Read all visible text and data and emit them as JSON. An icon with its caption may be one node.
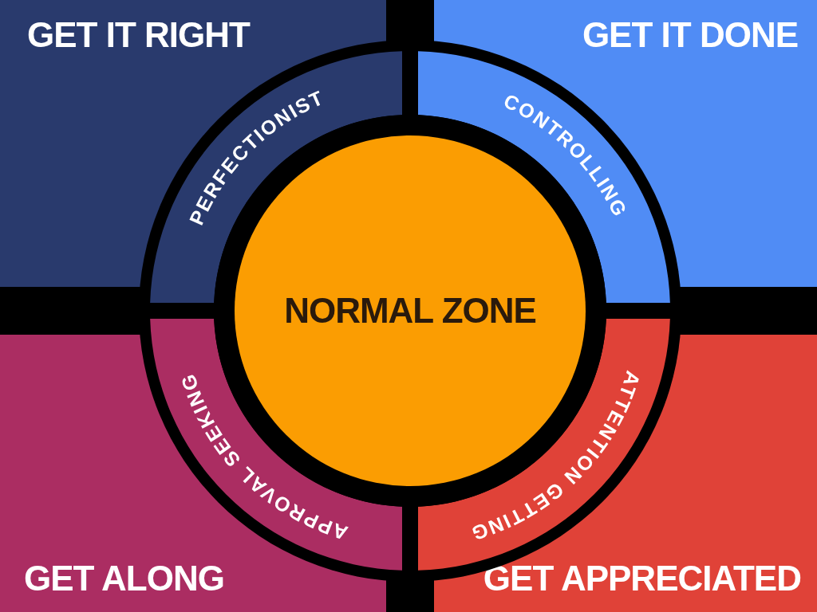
{
  "diagram": {
    "nodes": [
      {
        "text": [
          "GET IT RIGHT"
        ]
      },
      {
        "text": [
          "GET IT DONE"
        ]
      },
      {
        "text": [
          "PERFECTIONIST"
        ]
      },
      {
        "text": [
          "CONTROLLING"
        ]
      },
      {
        "text": [
          "NORMAL ZONE"
        ]
      },
      {
        "text": [
          "APPROVAL SEEKING"
        ]
      },
      {
        "text": [
          "ATTENTION GETTING"
        ]
      },
      {
        "text": [
          "GET ALONG"
        ]
      },
      {
        "text": [
          "GET APPRECIATED"
        ]
      }
    ],
    "edges": []
  }
}
